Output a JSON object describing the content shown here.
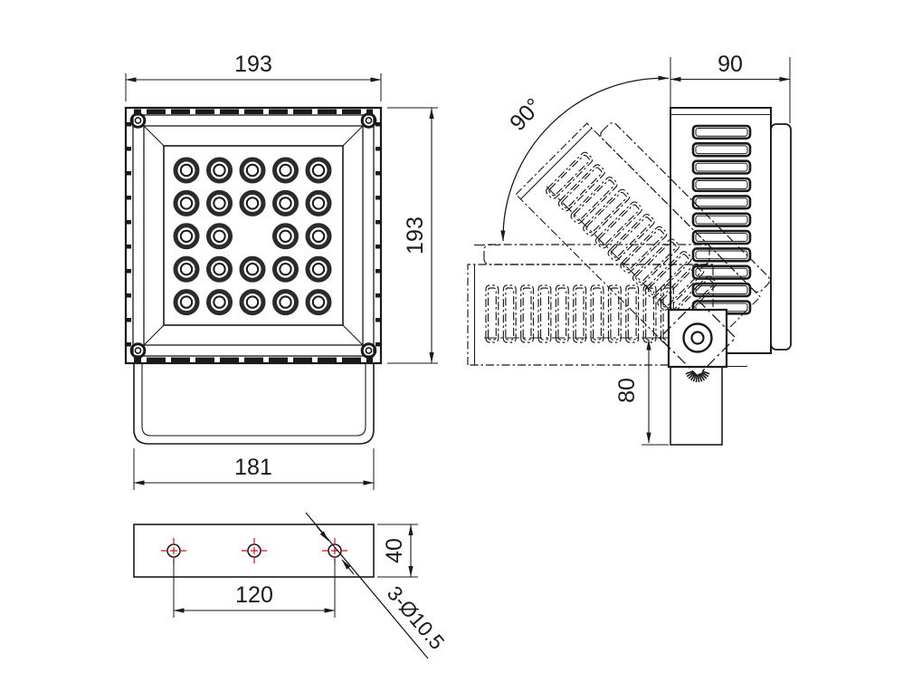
{
  "colors": {
    "line": "#1a1a1a",
    "accent_red": "#dd1111",
    "background": "#ffffff"
  },
  "front_view": {
    "dim_width": "193",
    "dim_height": "193",
    "dim_bracket_width": "181",
    "led_grid": {
      "rows": 5,
      "cols": 5,
      "missing": [
        [
          2,
          2
        ]
      ]
    },
    "corner_screw_count": 4
  },
  "side_view": {
    "dim_depth": "90",
    "dim_rotation_angle": "90°",
    "dim_pivot_to_base": "80",
    "fin_count": 11
  },
  "bottom_view": {
    "dim_hole_spacing": "120",
    "dim_plate_width": "40",
    "hole_callout": "3-Ø10.5",
    "hole_count": 3
  }
}
